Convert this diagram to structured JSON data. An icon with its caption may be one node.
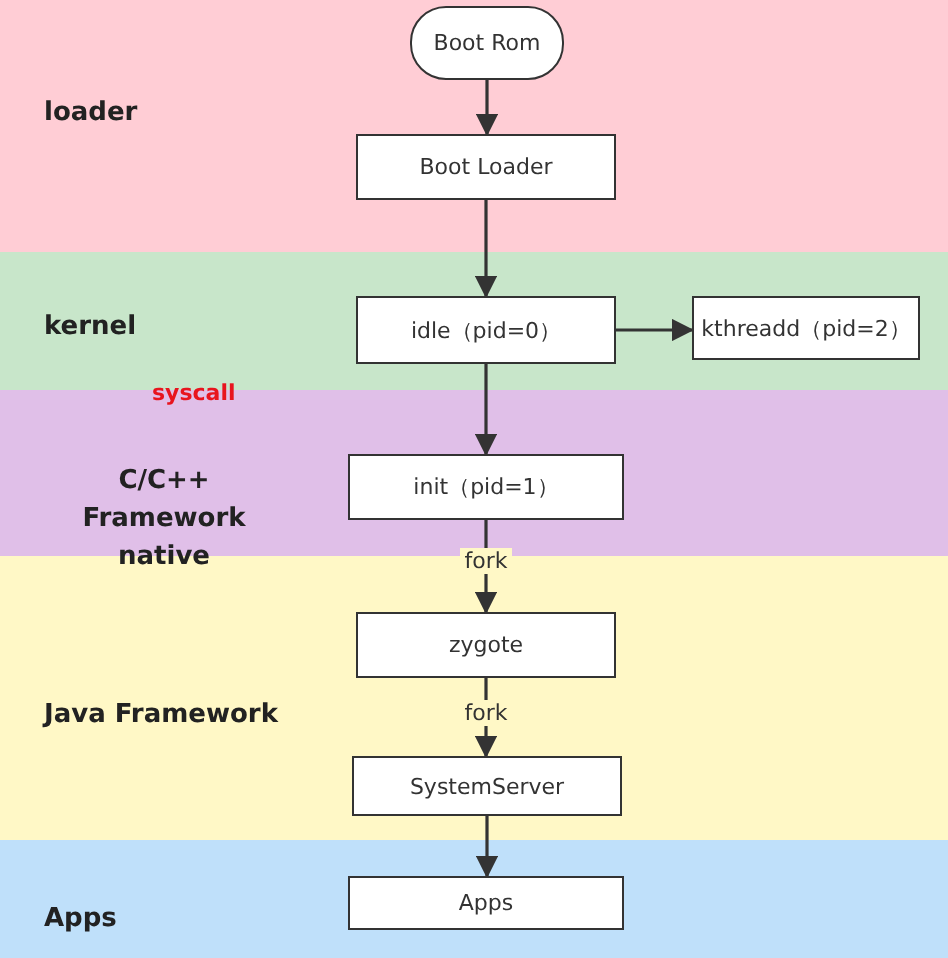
{
  "diagram": {
    "nodes": [
      {
        "text": [
          "loader"
        ]
      },
      {
        "text": [
          "Boot Rom"
        ],
        "in": 0
      },
      {
        "text": [
          "Boot Loader"
        ],
        "in": 0
      },
      {
        "text": [
          "kernel"
        ]
      },
      {
        "text": [
          "idle（pid=0）"
        ],
        "in": 3
      },
      {
        "text": [
          "kthreadd（pid=2）"
        ],
        "in": 3
      },
      {
        "text": [
          "C/C++ Framework native"
        ]
      },
      {
        "text": [
          "init（pid=1）"
        ],
        "in": 6
      },
      {
        "text": [
          "Java Framework"
        ]
      },
      {
        "text": [
          "zygote"
        ],
        "in": 8
      },
      {
        "text": [
          "SystemServer"
        ],
        "in": 8
      },
      {
        "text": [
          "Apps"
        ]
      },
      {
        "text": [
          "Apps"
        ],
        "in": 11
      }
    ],
    "edges": [
      {
        "from": 1,
        "to": 2,
        "arrow": "to"
      },
      {
        "from": 2,
        "to": 4,
        "arrow": "to"
      },
      {
        "from": 4,
        "to": 5,
        "arrow": "to"
      },
      {
        "from": 4,
        "to": 7,
        "arrow": "to"
      },
      {
        "from": 7,
        "to": 9,
        "arrow": "to",
        "label": "fork"
      },
      {
        "from": 9,
        "to": 10,
        "arrow": "to",
        "label": "fork"
      },
      {
        "from": 10,
        "to": 12,
        "arrow": "to"
      }
    ],
    "labels": [
      "syscall"
    ]
  }
}
